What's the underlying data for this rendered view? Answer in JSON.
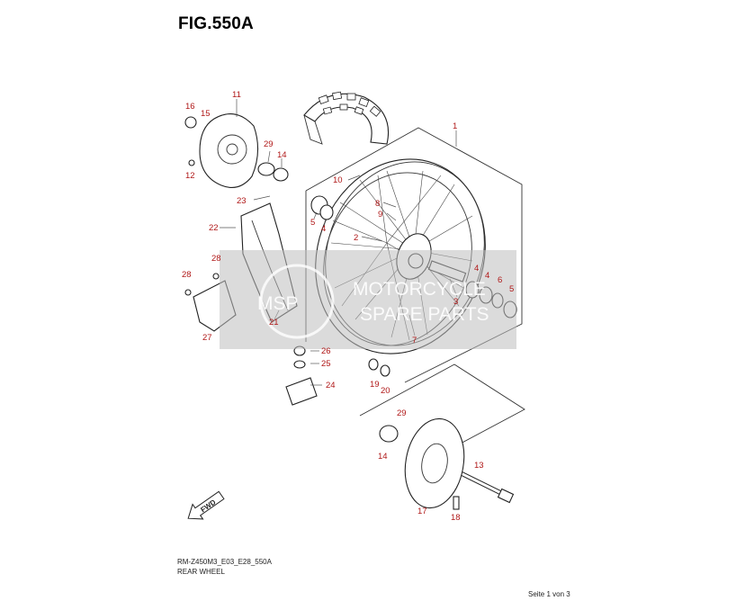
{
  "figure": {
    "title": "FIG.550A",
    "code": "RM-Z450M3_E03_E28_550A",
    "name": "REAR WHEEL"
  },
  "page_info": "Seite 1 von 3",
  "watermark": {
    "left": "MSP",
    "right_top": "MOTORCYCLE",
    "right_bottom": "SPARE PARTS"
  },
  "fwd_label": "FWD",
  "callouts": [
    "1",
    "2",
    "3",
    "4",
    "4",
    "4",
    "5",
    "5",
    "6",
    "7",
    "8",
    "9",
    "10",
    "11",
    "12",
    "13",
    "14",
    "14",
    "15",
    "16",
    "17",
    "18",
    "19",
    "20",
    "21",
    "22",
    "23",
    "24",
    "25",
    "26",
    "27",
    "28",
    "28",
    "29",
    "29"
  ],
  "colors": {
    "callout": "#b01818",
    "line": "#333333",
    "watermark_band": "#bdbdbd"
  }
}
